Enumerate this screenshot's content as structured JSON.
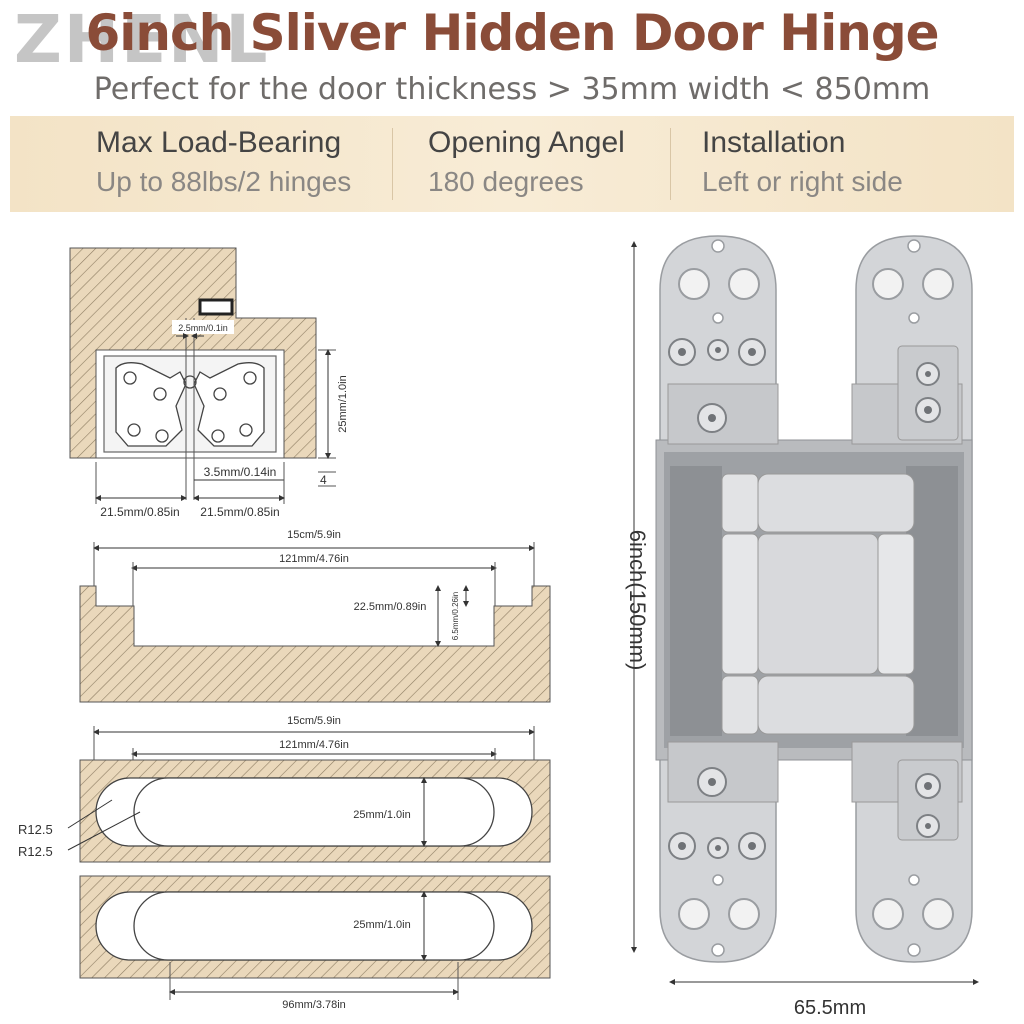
{
  "header": {
    "watermark": "ZHENL",
    "title": "6inch Sliver Hidden Door Hinge",
    "subtitle": "Perfect for the door thickness > 35mm width < 850mm"
  },
  "specs": [
    {
      "label": "Max Load-Bearing",
      "value": "Up to 88lbs/2 hinges"
    },
    {
      "label": "Opening Angel",
      "value": "180 degrees"
    },
    {
      "label": "Installation",
      "value": "Left or right side"
    }
  ],
  "drawings": {
    "top_view": {
      "gap": "2.5mm/0.1in",
      "height": "25mm/1.0in",
      "center_gap": "3.5mm/0.14in",
      "small_mark": "4",
      "left_width": "21.5mm/0.85in",
      "right_width": "21.5mm/0.85in"
    },
    "side_section": {
      "total_length": "15cm/5.9in",
      "inner_length": "121mm/4.76in",
      "depth": "22.5mm/0.89in",
      "step": "6.5mm/0.26in"
    },
    "mortise_plan": {
      "total_length": "15cm/5.9in",
      "inner_length": "121mm/4.76in",
      "width": "25mm/1.0in",
      "outer_radius": "R12.5",
      "inner_radius": "R12.5"
    },
    "mortise_plan_2": {
      "width": "25mm/1.0in",
      "screw_spacing": "96mm/3.78in"
    }
  },
  "product": {
    "height_label": "6inch(150mm)",
    "width_label": "65.5mm",
    "colors": {
      "metal": "#cfd1d4",
      "metal_dark": "#8f9296",
      "frame": "#a7a9ac",
      "accent": "#8a4c38"
    }
  }
}
